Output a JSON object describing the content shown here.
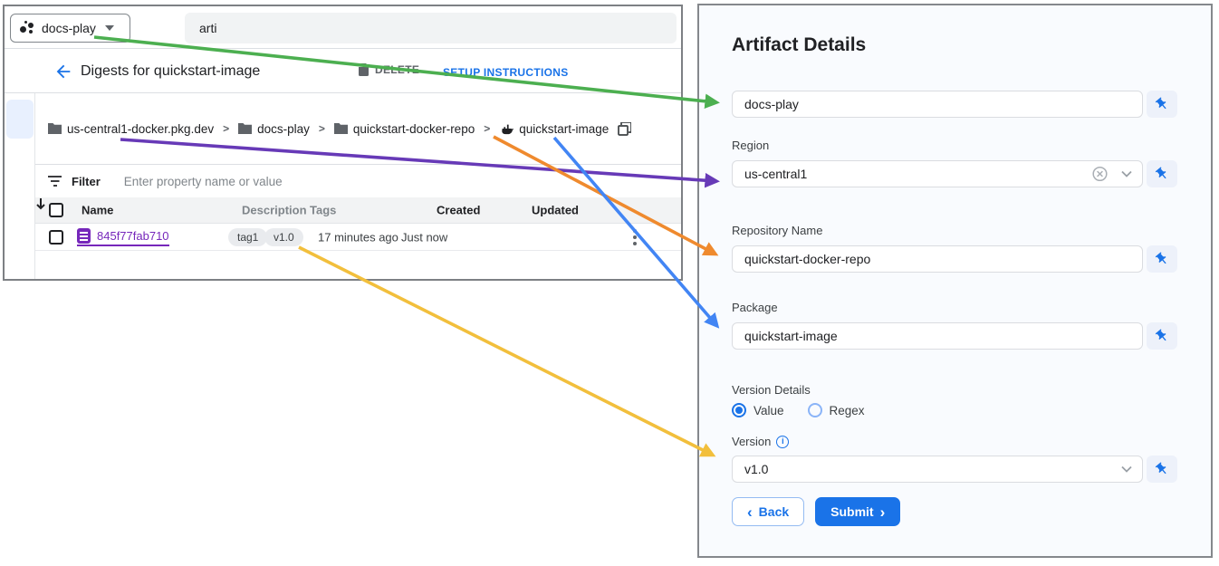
{
  "console": {
    "project_selector": {
      "label": "docs-play"
    },
    "search": {
      "value": "arti"
    },
    "header": {
      "title": "Digests for quickstart-image",
      "delete_label": "DELETE",
      "setup_label": "SETUP INSTRUCTIONS"
    },
    "breadcrumb": {
      "separator": ">",
      "items": [
        "us-central1-docker.pkg.dev",
        "docs-play",
        "quickstart-docker-repo",
        "quickstart-image"
      ]
    },
    "filter": {
      "label": "Filter",
      "placeholder": "Enter property name or value"
    },
    "table": {
      "columns": [
        "Name",
        "Description",
        "Tags",
        "Created",
        "Updated"
      ],
      "row": {
        "name": "845f77fab710",
        "description": "",
        "tags": [
          "tag1",
          "v1.0"
        ],
        "created": "17 minutes ago",
        "updated": "Just now"
      }
    }
  },
  "form": {
    "title": "Artifact Details",
    "project": {
      "value": "docs-play"
    },
    "region": {
      "label": "Region",
      "value": "us-central1"
    },
    "repository": {
      "label": "Repository Name",
      "value": "quickstart-docker-repo"
    },
    "package": {
      "label": "Package",
      "value": "quickstart-image"
    },
    "version_details": {
      "label": "Version Details",
      "options": [
        "Value",
        "Regex"
      ],
      "selected": "Value"
    },
    "version": {
      "label": "Version",
      "value": "v1.0",
      "info": "i"
    },
    "buttons": {
      "back": {
        "chevron": "‹",
        "label": "Back"
      },
      "submit": {
        "label": "Submit",
        "chevron": "›"
      }
    }
  },
  "colors": {
    "accent_blue": "#1a73e8",
    "link_purple": "#7627bb",
    "arrow_green": "#4caf50",
    "arrow_purple": "#673ab7",
    "arrow_orange": "#ef8a2e",
    "arrow_blue": "#4285f4",
    "arrow_yellow": "#f2bf3c"
  }
}
